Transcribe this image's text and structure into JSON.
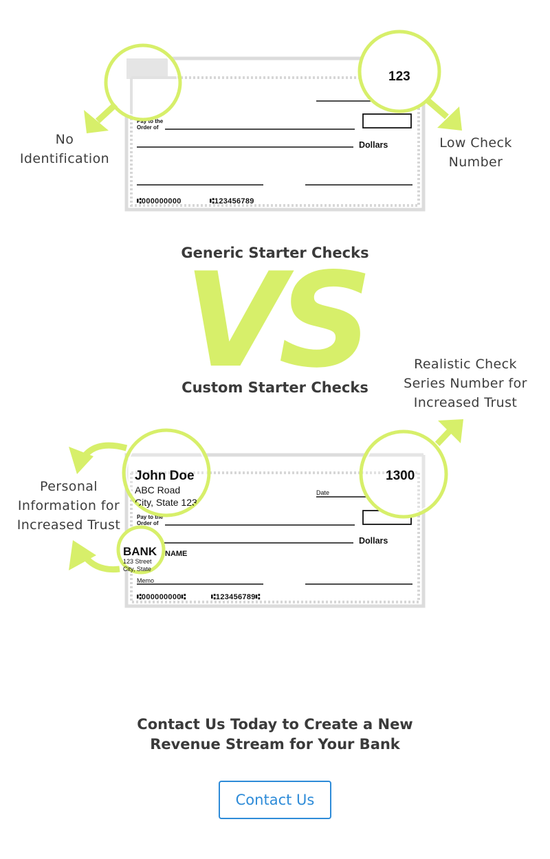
{
  "generic_check": {
    "number": "123",
    "pay_to_line1": "Pay to the",
    "pay_to_line2": "Order of",
    "dollars_label": "Dollars",
    "routing": "⑆000000000",
    "account": "⑆123456789"
  },
  "custom_check": {
    "number": "1300",
    "holder_name": "John Doe",
    "address_line1": "ABC Road",
    "address_line2": "City, State 123",
    "date_label": "Date",
    "pay_to_line1": "Pay to the",
    "pay_to_line2": "Order of",
    "dollars_label": "Dollars",
    "bank_logo": "BANK",
    "bank_name": "NAME",
    "bank_address_line1": "123 Street",
    "bank_address_line2": "City, State",
    "memo_label": "Memo",
    "routing": "⑆000000000⑆",
    "account": "⑆123456789⑆"
  },
  "callouts": {
    "no_identification": [
      "No",
      "Identification"
    ],
    "low_check_number": [
      "Low Check",
      "Number"
    ],
    "realistic_series": [
      "Realistic Check",
      "Series Number for",
      "Increased Trust"
    ],
    "personal_info": [
      "Personal",
      "Information for",
      "Increased Trust"
    ]
  },
  "headings": {
    "generic": "Generic Starter Checks",
    "vs": "VS",
    "custom": "Custom Starter Checks"
  },
  "cta": {
    "line1": "Contact Us Today to Create a New",
    "line2": "Revenue Stream for Your Bank",
    "button_label": "Contact Us"
  },
  "colors": {
    "accent_green": "#d7ef6a",
    "button_blue": "#2d8bd8",
    "text_dark": "#3a3a3a"
  }
}
